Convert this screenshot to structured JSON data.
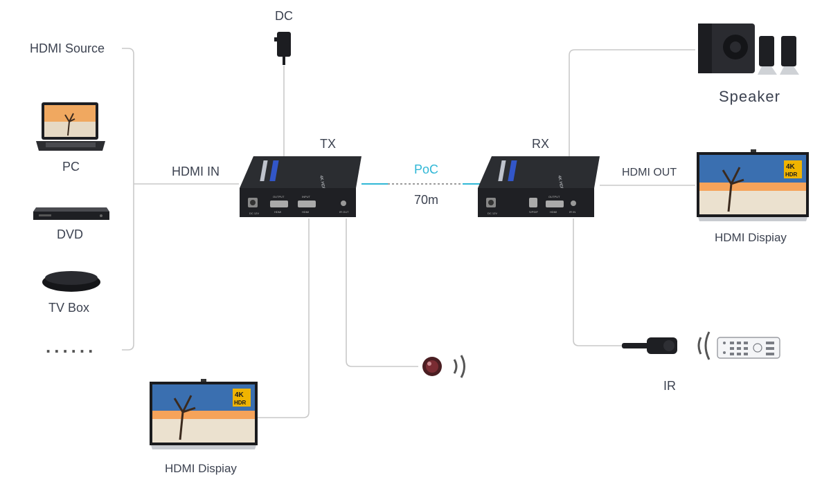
{
  "labels": {
    "hdmi_source": "HDMI Source",
    "pc": "PC",
    "dvd": "DVD",
    "tv_box": "TV Box",
    "more": "......",
    "hdmi_in": "HDMI IN",
    "dc": "DC",
    "tx": "TX",
    "rx": "RX",
    "poc": "PoC",
    "distance": "70m",
    "hdmi_out": "HDMI OUT",
    "speaker": "Speaker",
    "hdmi_display_right": "HDMI Dispiay",
    "hdmi_display_bottom": "HDMI Dispiay",
    "ir": "IR"
  },
  "devices": {
    "tx": {
      "top_text": "4K HDMI EXTENDER",
      "ports": [
        "DC 12V",
        "OUTPUT",
        "HDMI",
        "INPUT",
        "HDMI",
        "IR OUT"
      ]
    },
    "rx": {
      "top_text": "4K HDMI EXTENDER",
      "ports": [
        "DC 12V",
        "S/PDIF",
        "OUTPUT",
        "HDMI",
        "IR IN"
      ]
    },
    "tv_badge": {
      "line1": "4K",
      "line2": "HDR"
    }
  },
  "colors": {
    "wire": "#c9c9c9",
    "link": "#2fb7d6",
    "device": "#2b2d31",
    "accent": "#f0b400"
  }
}
